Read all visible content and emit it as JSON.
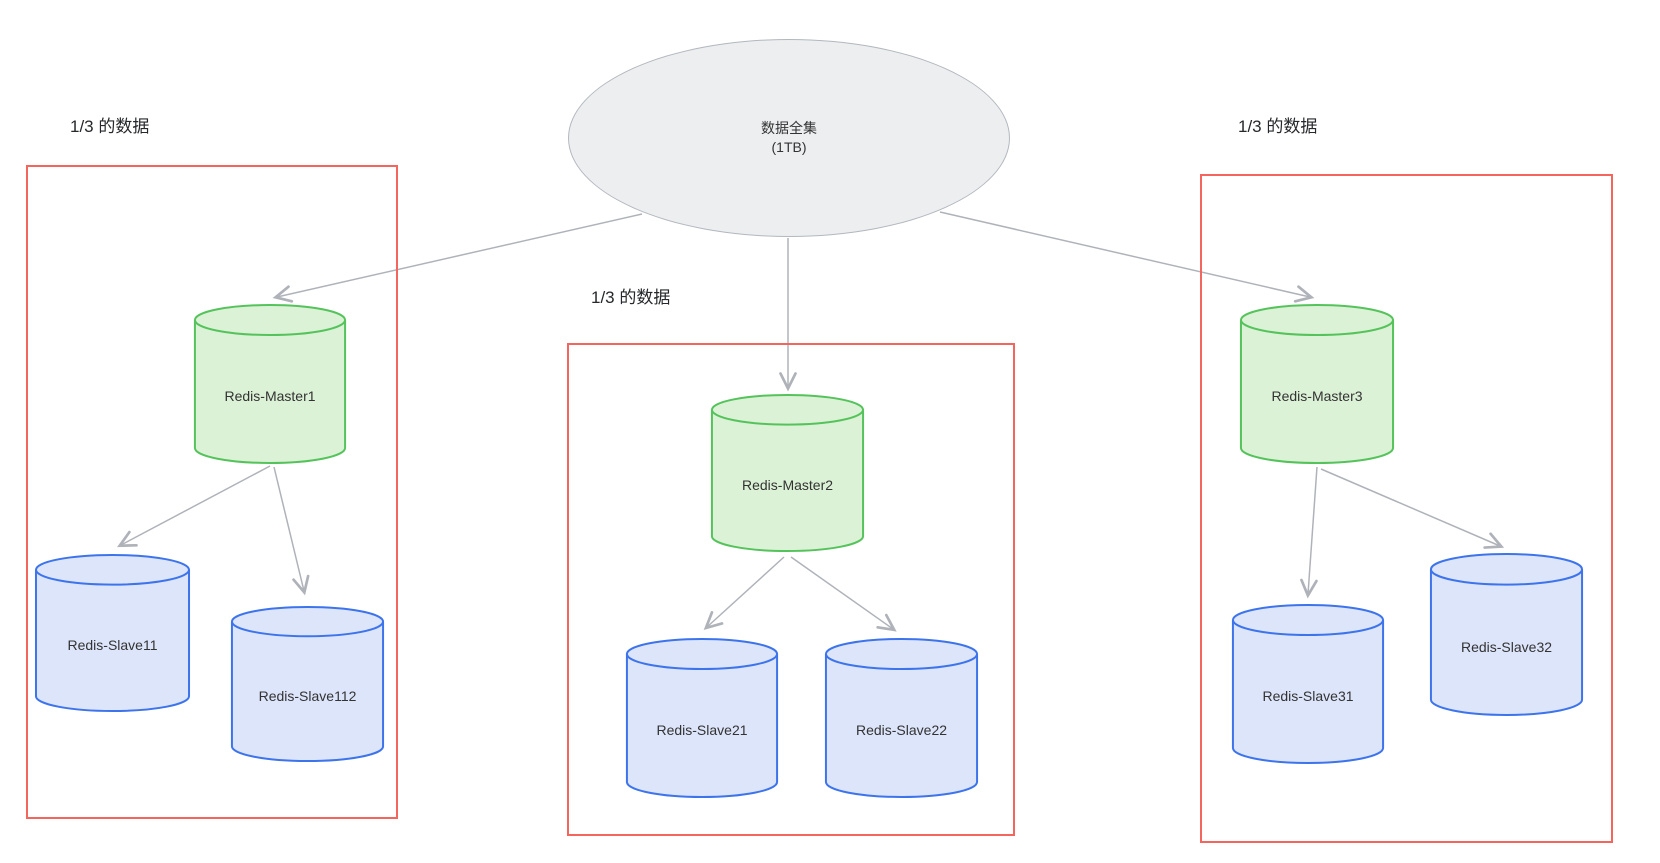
{
  "root_node": {
    "line1": "数据全集",
    "line2": "(1TB)"
  },
  "group_labels": {
    "left": "1/3 的数据",
    "middle": "1/3 的数据",
    "right": "1/3 的数据"
  },
  "nodes": {
    "master1": "Redis-Master1",
    "master2": "Redis-Master2",
    "master3": "Redis-Master3",
    "slave11": "Redis-Slave11",
    "slave112": "Redis-Slave112",
    "slave21": "Redis-Slave21",
    "slave22": "Redis-Slave22",
    "slave31": "Redis-Slave31",
    "slave32": "Redis-Slave32"
  },
  "edges": [
    {
      "from": "数据全集 (1TB)",
      "to": "Redis-Master1"
    },
    {
      "from": "数据全集 (1TB)",
      "to": "Redis-Master2"
    },
    {
      "from": "数据全集 (1TB)",
      "to": "Redis-Master3"
    },
    {
      "from": "Redis-Master1",
      "to": "Redis-Slave11"
    },
    {
      "from": "Redis-Master1",
      "to": "Redis-Slave112"
    },
    {
      "from": "Redis-Master2",
      "to": "Redis-Slave21"
    },
    {
      "from": "Redis-Master2",
      "to": "Redis-Slave22"
    },
    {
      "from": "Redis-Master3",
      "to": "Redis-Slave31"
    },
    {
      "from": "Redis-Master3",
      "to": "Redis-Slave32"
    }
  ],
  "colors": {
    "background": "#FFFFFF",
    "group_border": "#F4655E",
    "master_fill": "#DCF2D6",
    "master_stroke": "#55C35B",
    "slave_fill": "#DDE5FA",
    "slave_stroke": "#3D74EC",
    "root_fill": "#ECEEF0",
    "root_stroke": "#B3B8BE",
    "edge_color": "#AFB3B9",
    "text_color": "#333333"
  }
}
